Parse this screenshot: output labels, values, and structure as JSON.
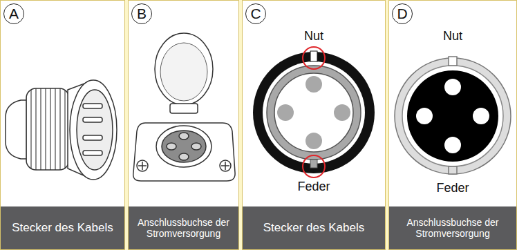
{
  "diagram": {
    "nodes": [
      {
        "text": [
          "Stecker des Kabels"
        ]
      },
      {
        "text": [
          "A"
        ],
        "in": 0
      },
      {
        "text": [
          "Anschlussbuchse der Stromversorgung"
        ]
      },
      {
        "text": [
          "B"
        ],
        "in": 2
      },
      {
        "text": [
          "Stecker des Kabels"
        ]
      },
      {
        "text": [
          "C"
        ],
        "in": 4
      },
      {
        "text": [
          "Anschlussbuchse der Stromversorgung"
        ]
      },
      {
        "text": [
          "D"
        ],
        "in": 6
      }
    ],
    "edges": [],
    "labels": [
      "Nut",
      "Feder",
      "Nut",
      "Feder"
    ]
  }
}
